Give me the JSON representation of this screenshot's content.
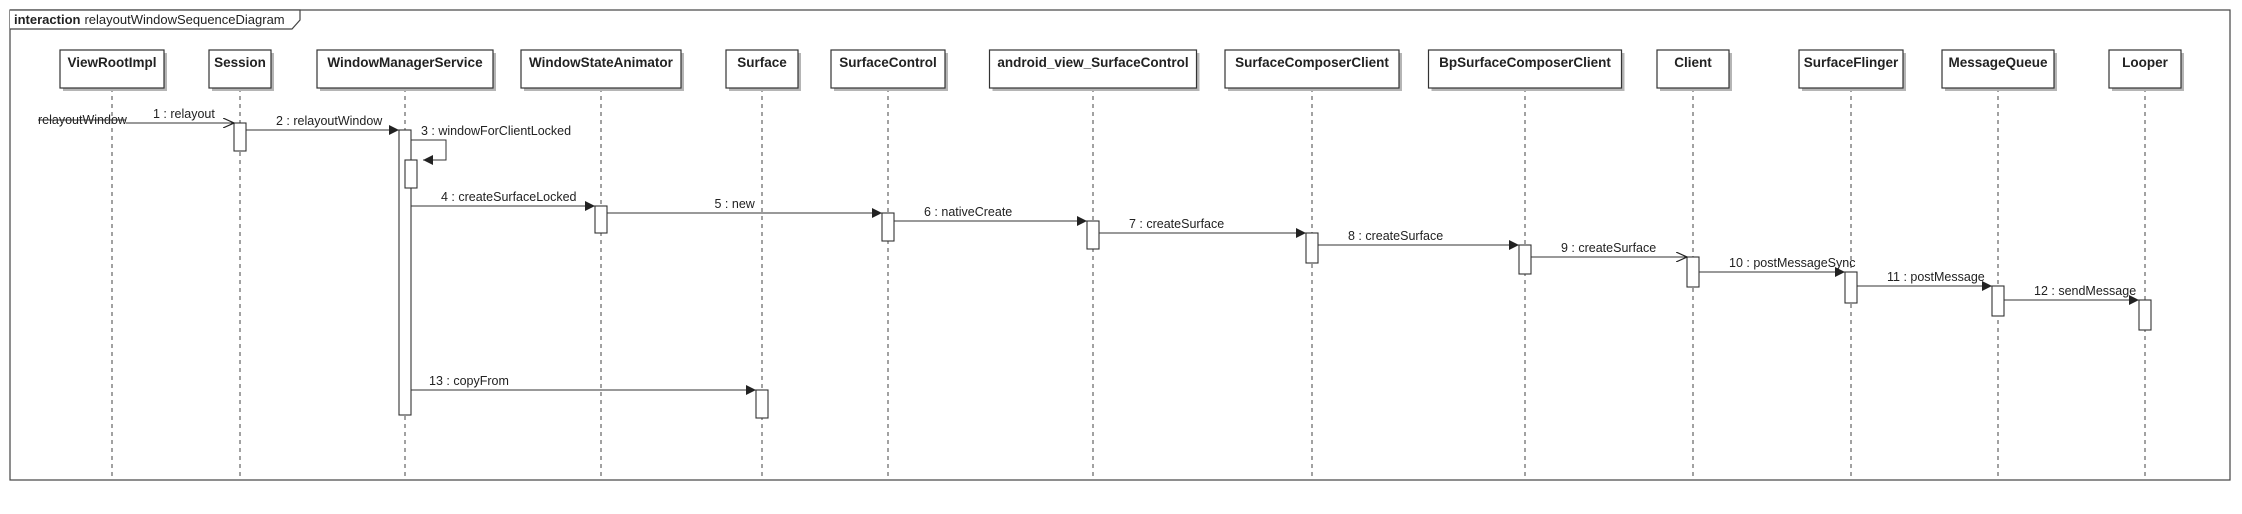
{
  "frame": {
    "keyword": "interaction",
    "name": "relayoutWindowSequenceDiagram"
  },
  "participants": [
    {
      "name": "ViewRootImpl"
    },
    {
      "name": "Session"
    },
    {
      "name": "WindowManagerService"
    },
    {
      "name": "WindowStateAnimator"
    },
    {
      "name": "Surface"
    },
    {
      "name": "SurfaceControl"
    },
    {
      "name": "android_view_SurfaceControl"
    },
    {
      "name": "SurfaceComposerClient"
    },
    {
      "name": "BpSurfaceComposerClient"
    },
    {
      "name": "Client"
    },
    {
      "name": "SurfaceFlinger"
    },
    {
      "name": "MessageQueue"
    },
    {
      "name": "Looper"
    }
  ],
  "found_message": {
    "label": "relayoutWindow",
    "to": 0
  },
  "messages": [
    {
      "label": "1 : relayout",
      "from": 0,
      "to": 1,
      "arrow": "open"
    },
    {
      "label": "2 : relayoutWindow",
      "from": 1,
      "to": 2,
      "arrow": "filled"
    },
    {
      "label": "3 : windowForClientLocked",
      "from": 2,
      "to": 2,
      "arrow": "filled",
      "self": true
    },
    {
      "label": "4 : createSurfaceLocked",
      "from": 2,
      "to": 3,
      "arrow": "filled"
    },
    {
      "label": "5 : new",
      "from": 3,
      "to": 5,
      "arrow": "filled"
    },
    {
      "label": "6 : nativeCreate",
      "from": 5,
      "to": 6,
      "arrow": "filled"
    },
    {
      "label": "7 : createSurface",
      "from": 6,
      "to": 7,
      "arrow": "filled"
    },
    {
      "label": "8 : createSurface",
      "from": 7,
      "to": 8,
      "arrow": "filled"
    },
    {
      "label": "9 : createSurface",
      "from": 8,
      "to": 9,
      "arrow": "open"
    },
    {
      "label": "10 : postMessageSync",
      "from": 9,
      "to": 10,
      "arrow": "filled"
    },
    {
      "label": "11 : postMessage",
      "from": 10,
      "to": 11,
      "arrow": "filled"
    },
    {
      "label": "12 : sendMessage",
      "from": 11,
      "to": 12,
      "arrow": "filled"
    },
    {
      "label": "13 : copyFrom",
      "from": 2,
      "to": 4,
      "arrow": "filled"
    }
  ],
  "colors": {
    "line": "#333333",
    "text": "#222222",
    "background": "#ffffff"
  }
}
